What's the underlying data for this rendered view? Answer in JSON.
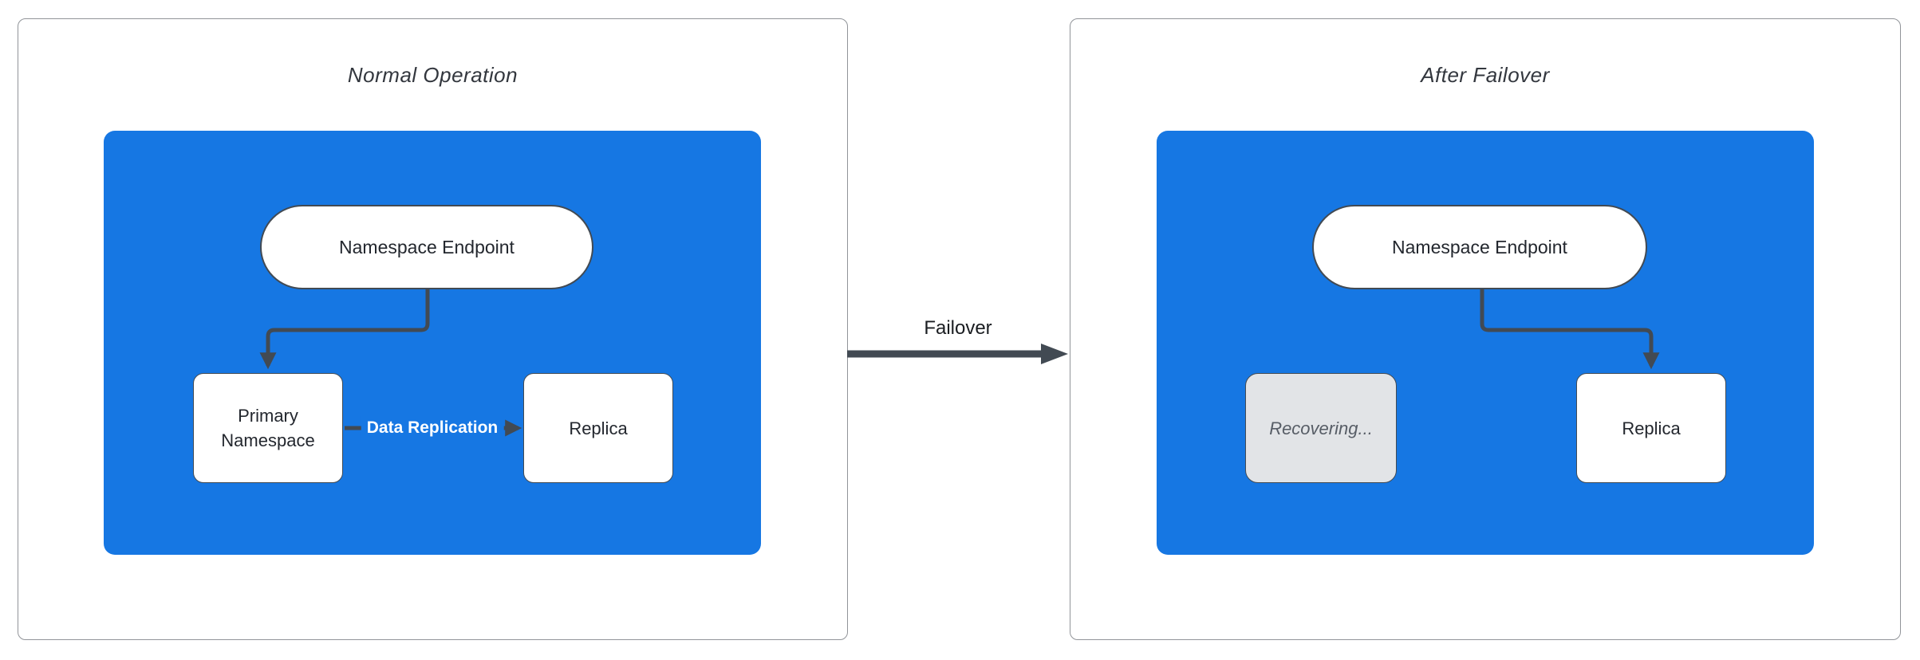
{
  "colors": {
    "blue": "#1677e3",
    "stroke": "#424a53",
    "panel-border": "#919499",
    "node-text": "#23272e",
    "title-text": "#33373e",
    "muted-fill": "#e2e4e7",
    "muted-text": "#575d66",
    "edge-label-text": "#ffffff",
    "failover-text": "#1a1d21"
  },
  "panels": [
    {
      "title": "Normal Operation",
      "nodes": {
        "endpoint": "Namespace Endpoint",
        "primary": "Primary Namespace",
        "replica": "Replica"
      },
      "edge_label": "Data Replication"
    },
    {
      "title": "After Failover",
      "nodes": {
        "endpoint": "Namespace Endpoint",
        "recovering": "Recovering...",
        "replica": "Replica"
      }
    }
  ],
  "failover": {
    "label": "Failover"
  }
}
